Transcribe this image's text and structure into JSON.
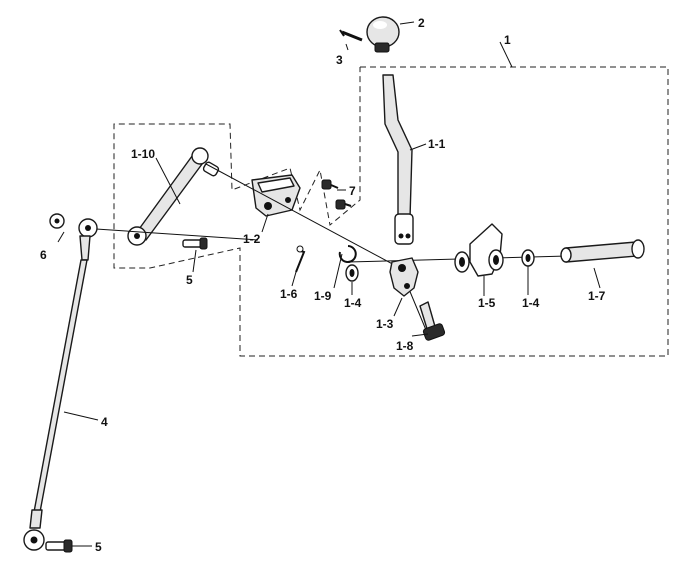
{
  "labels": {
    "p1": "1",
    "p2": "2",
    "p3": "3",
    "p1_1": "1-1",
    "p1_10": "1-10",
    "p1_2": "1-2",
    "p7": "7",
    "p6": "6",
    "p5a": "5",
    "p1_6": "1-6",
    "p1_9": "1-9",
    "p1_4a": "1-4",
    "p1_3": "1-3",
    "p1_8": "1-8",
    "p1_5": "1-5",
    "p1_4b": "1-4",
    "p1_7": "1-7",
    "p4": "4",
    "p5b": "5"
  }
}
